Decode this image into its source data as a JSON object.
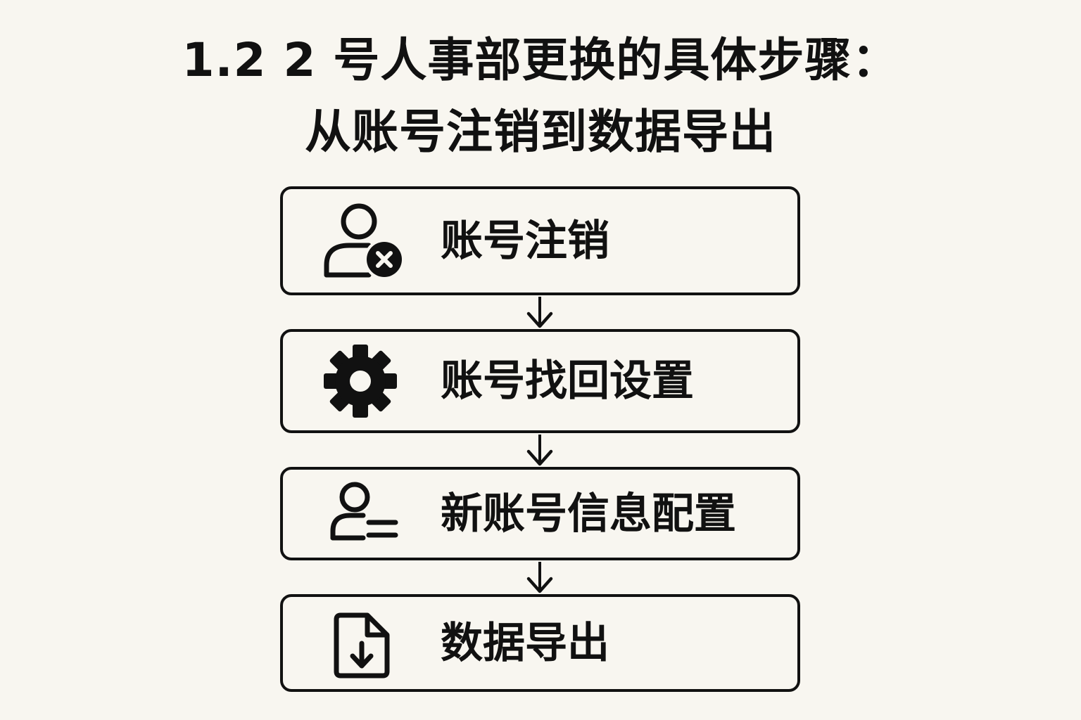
{
  "title": {
    "line1": "1.2 2 号人事部更换的具体步骤：",
    "line2": "从账号注销到数据导出"
  },
  "steps": [
    {
      "label": "账号注销",
      "icon": "user-remove-icon"
    },
    {
      "label": "账号找回设置",
      "icon": "gear-icon"
    },
    {
      "label": "新账号信息配置",
      "icon": "user-list-icon"
    },
    {
      "label": "数据导出",
      "icon": "file-download-icon"
    }
  ],
  "colors": {
    "background": "#f8f6f0",
    "ink": "#111111"
  }
}
